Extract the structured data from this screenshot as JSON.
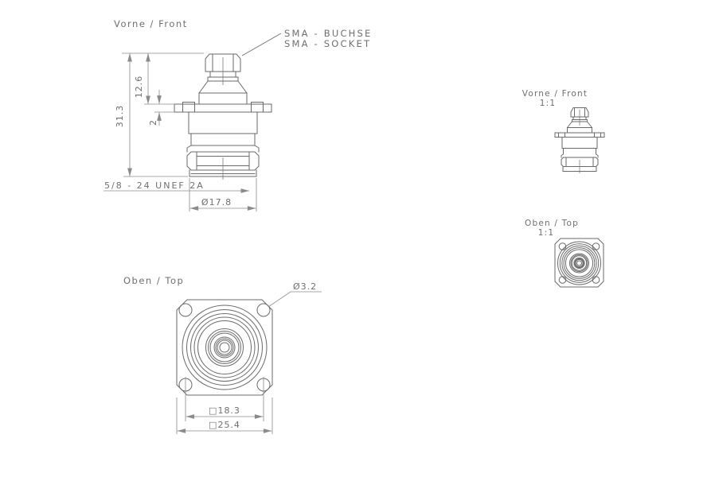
{
  "page": {
    "background": "#ffffff"
  },
  "colors": {
    "outline": "#6a6a6a",
    "dim_line": "#8b8b8b",
    "text": "#6f6f6f"
  },
  "front_view": {
    "label": "Vorne / Front",
    "callout_line1": "SMA - BUCHSE",
    "callout_line2": "SMA - SOCKET",
    "thread_callout": "5/8 - 24 UNEF 2A",
    "dim_overall_height": "31.3",
    "dim_upper_height": "12.6",
    "dim_flange_thickness": "2",
    "dim_body_diameter": "Ø17.8"
  },
  "top_view": {
    "label": "Oben / Top",
    "dim_hole_diameter": "Ø3.2",
    "dim_hole_spacing": "□18.3",
    "dim_flange_width": "□25.4"
  },
  "front_view_small": {
    "label": "Vorne / Front",
    "scale": "1:1"
  },
  "top_view_small": {
    "label": "Oben / Top",
    "scale": "1:1"
  }
}
